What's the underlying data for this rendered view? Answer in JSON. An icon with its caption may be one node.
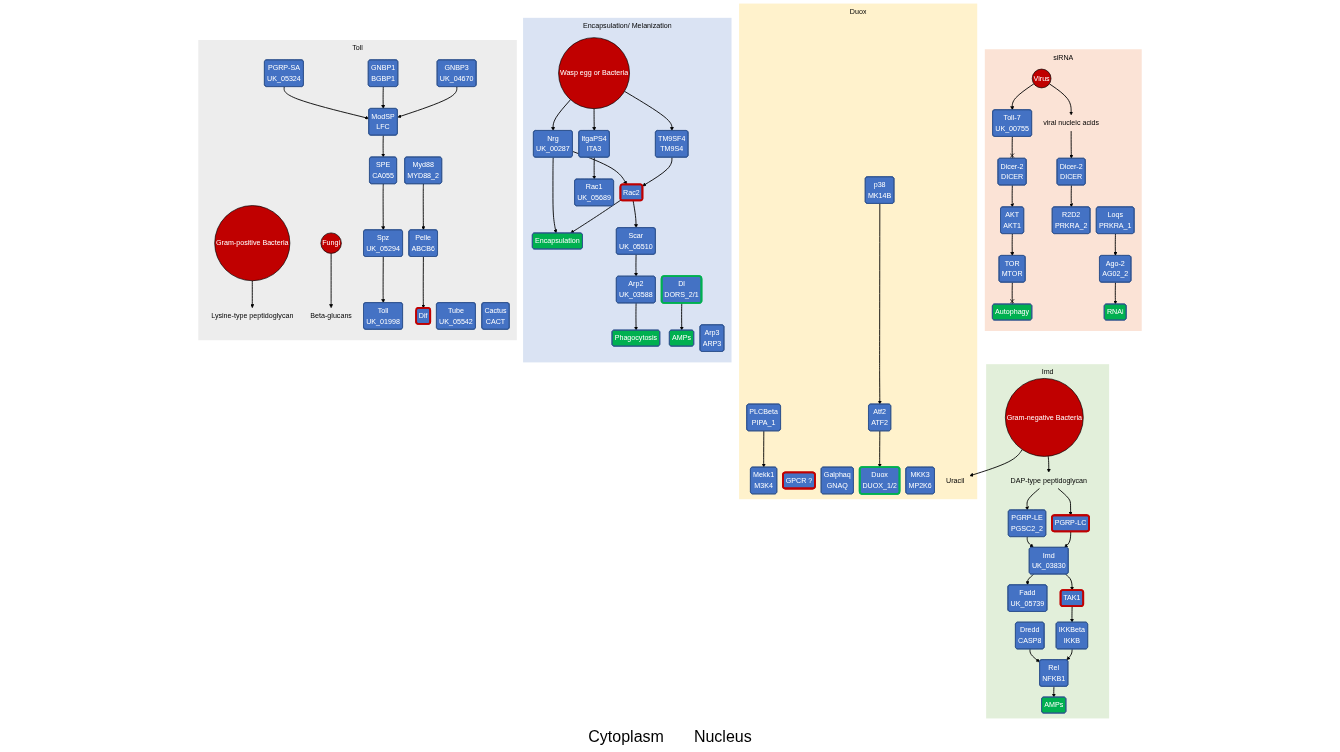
{
  "diagram": {
    "nodes": [
      {
        "text": [
          "siRNA"
        ]
      },
      {
        "text": [
          "Imd"
        ]
      },
      {
        "text": [
          "Duox"
        ]
      },
      {
        "text": [
          "Encapsulation/ Melanization"
        ]
      },
      {
        "text": [
          "Toll"
        ]
      },
      {
        "text": [
          "Virus"
        ],
        "in": 0
      },
      {
        "text": [
          "Toll-7",
          "UK_00755"
        ],
        "in": 0
      },
      {
        "text": [
          "viral nucleic acids"
        ],
        "in": 0
      },
      {
        "text": [
          "Dicer-2",
          "DICER"
        ],
        "in": 0
      },
      {
        "text": [
          "Dicer-2",
          "DICER"
        ],
        "in": 0
      },
      {
        "text": [
          "AKT",
          "AKT1"
        ],
        "in": 0
      },
      {
        "text": [
          "R2D2",
          "PRKRA_2"
        ],
        "in": 0
      },
      {
        "text": [
          "Loqs",
          "PRKRA_1"
        ],
        "in": 0
      },
      {
        "text": [
          "TOR",
          "MTOR"
        ],
        "in": 0
      },
      {
        "text": [
          "Ago-2",
          "AG02_2"
        ],
        "in": 0
      },
      {
        "text": [
          "Autophagy"
        ],
        "in": 0
      },
      {
        "text": [
          "RNAi"
        ],
        "in": 0
      },
      {
        "text": [
          "Gram-negative Bacteria"
        ],
        "in": 1
      },
      {
        "text": [
          "DAP-type peptidoglycan"
        ],
        "in": 1
      },
      {
        "text": [
          "PGRP-LC"
        ],
        "in": 1
      },
      {
        "text": [
          "PGRP-LE",
          "PGSC2_2"
        ],
        "in": 1
      },
      {
        "text": [
          "Imd",
          "UK_03830"
        ],
        "in": 1
      },
      {
        "text": [
          "TAK1"
        ],
        "in": 1
      },
      {
        "text": [
          "Fadd",
          "UK_05739"
        ],
        "in": 1
      },
      {
        "text": [
          "Dredd",
          "CASP8"
        ],
        "in": 1
      },
      {
        "text": [
          "IKKBeta",
          "IKKB"
        ],
        "in": 1
      },
      {
        "text": [
          "Rel",
          "NFKB1"
        ],
        "in": 1
      },
      {
        "text": [
          "AMPs"
        ],
        "in": 1
      },
      {
        "text": [
          "Uracil"
        ],
        "in": 2
      },
      {
        "text": [
          "GPCR ?"
        ],
        "in": 2
      },
      {
        "text": [
          "Galphaq",
          "GNAQ"
        ],
        "in": 2
      },
      {
        "text": [
          "PLCBeta",
          "PIPA_1"
        ],
        "in": 2
      },
      {
        "text": [
          "Mekk1",
          "M3K4"
        ],
        "in": 2
      },
      {
        "text": [
          "MKK3",
          "MP2K6"
        ],
        "in": 2
      },
      {
        "text": [
          "p38",
          "MK14B"
        ],
        "in": 2
      },
      {
        "text": [
          "Atf2",
          "ATF2"
        ],
        "in": 2
      },
      {
        "text": [
          "Duox",
          "DUOX_1/2"
        ],
        "in": 2
      },
      {
        "text": [
          "Wasp egg or Bacteria"
        ],
        "in": 3
      },
      {
        "text": [
          "Nrg",
          "UK_00287"
        ],
        "in": 3
      },
      {
        "text": [
          "TM9SF4",
          "TM9S4"
        ],
        "in": 3
      },
      {
        "text": [
          "ItgaPS4",
          "ITA3"
        ],
        "in": 3
      },
      {
        "text": [
          "Rac2"
        ],
        "in": 3
      },
      {
        "text": [
          "Rac1",
          "UK_05689"
        ],
        "in": 3
      },
      {
        "text": [
          "Encapsulation"
        ],
        "in": 3
      },
      {
        "text": [
          "Scar",
          "UK_05510"
        ],
        "in": 3
      },
      {
        "text": [
          "Arp2",
          "UK_03588"
        ],
        "in": 3
      },
      {
        "text": [
          "Arp3",
          "ARP3"
        ],
        "in": 3
      },
      {
        "text": [
          "Phagocytosis"
        ],
        "in": 3
      },
      {
        "text": [
          "AMPs"
        ],
        "in": 3
      },
      {
        "text": [
          "Dl",
          "DORS_2/1"
        ],
        "in": 3
      },
      {
        "text": [
          "Gram-positive Bacteria"
        ],
        "in": 4
      },
      {
        "text": [
          "Fungi"
        ],
        "in": 4
      },
      {
        "text": [
          "Lysine-type peptidoglycan"
        ],
        "in": 4
      },
      {
        "text": [
          "Beta-glucans"
        ],
        "in": 4
      },
      {
        "text": [
          "PGRP-SA",
          "UK_05324"
        ],
        "in": 4
      },
      {
        "text": [
          "GNBP1",
          "BGBP1"
        ],
        "in": 4
      },
      {
        "text": [
          "GNBP3",
          "UK_04670"
        ],
        "in": 4
      },
      {
        "text": [
          "ModSP",
          "LFC"
        ],
        "in": 4
      },
      {
        "text": [
          "SPE",
          "CA055"
        ],
        "in": 4
      },
      {
        "text": [
          "Spz",
          "UK_05294"
        ],
        "in": 4
      },
      {
        "text": [
          "Toll",
          "UK_01998"
        ],
        "in": 4
      },
      {
        "text": [
          "Myd88",
          "MYD88_2"
        ],
        "in": 4
      },
      {
        "text": [
          "Tube",
          "UK_05542"
        ],
        "in": 4
      },
      {
        "text": [
          "Pelle",
          "ABCB6"
        ],
        "in": 4
      },
      {
        "text": [
          "Dif"
        ],
        "in": 4
      },
      {
        "text": [
          "Cactus",
          "CACT"
        ],
        "in": 4
      }
    ],
    "edges": [
      {
        "from": 5,
        "to": 6,
        "arrow": "to"
      },
      {
        "from": 5,
        "to": 7,
        "arrow": "to"
      },
      {
        "from": 6,
        "to": 8,
        "arrow": "other"
      },
      {
        "from": 7,
        "to": 9,
        "arrow": "to"
      },
      {
        "from": 8,
        "to": 10,
        "arrow": "to"
      },
      {
        "from": 9,
        "to": 11,
        "arrow": "to"
      },
      {
        "from": 10,
        "to": 13,
        "arrow": "to"
      },
      {
        "from": 12,
        "to": 14,
        "arrow": "to"
      },
      {
        "from": 13,
        "to": 15,
        "arrow": "other"
      },
      {
        "from": 14,
        "to": 16,
        "arrow": "to"
      },
      {
        "from": 17,
        "to": 18,
        "arrow": "to"
      },
      {
        "from": 17,
        "to": 28,
        "arrow": "to"
      },
      {
        "from": 18,
        "to": 19,
        "arrow": "to"
      },
      {
        "from": 18,
        "to": 20,
        "arrow": "to"
      },
      {
        "from": 19,
        "to": 21,
        "arrow": "to"
      },
      {
        "from": 20,
        "to": 21,
        "arrow": "to"
      },
      {
        "from": 21,
        "to": 22,
        "arrow": "to"
      },
      {
        "from": 21,
        "to": 23,
        "arrow": "to"
      },
      {
        "from": 22,
        "to": 25,
        "arrow": "to"
      },
      {
        "from": 25,
        "to": 26,
        "arrow": "to"
      },
      {
        "from": 24,
        "to": 26,
        "arrow": "to"
      },
      {
        "from": 26,
        "to": 27,
        "arrow": "to"
      },
      {
        "from": 31,
        "to": 32,
        "arrow": "to"
      },
      {
        "from": 34,
        "to": 35,
        "arrow": "to"
      },
      {
        "from": 35,
        "to": 36,
        "arrow": "to"
      },
      {
        "from": 37,
        "to": 38,
        "arrow": "to"
      },
      {
        "from": 37,
        "to": 39,
        "arrow": "to"
      },
      {
        "from": 37,
        "to": 40,
        "arrow": "to"
      },
      {
        "from": 38,
        "to": 41,
        "arrow": "to"
      },
      {
        "from": 39,
        "to": 41,
        "arrow": "to"
      },
      {
        "from": 40,
        "to": 42,
        "arrow": "to"
      },
      {
        "from": 38,
        "to": 43,
        "arrow": "to"
      },
      {
        "from": 41,
        "to": 43,
        "arrow": "to"
      },
      {
        "from": 41,
        "to": 44,
        "arrow": "to"
      },
      {
        "from": 44,
        "to": 45,
        "arrow": "to"
      },
      {
        "from": 45,
        "to": 47,
        "arrow": "to"
      },
      {
        "from": 49,
        "to": 48,
        "arrow": "to"
      },
      {
        "from": 50,
        "to": 52,
        "arrow": "to"
      },
      {
        "from": 51,
        "to": 53,
        "arrow": "to"
      },
      {
        "from": 54,
        "to": 57,
        "arrow": "to"
      },
      {
        "from": 55,
        "to": 57,
        "arrow": "to"
      },
      {
        "from": 56,
        "to": 57,
        "arrow": "to"
      },
      {
        "from": 57,
        "to": 58,
        "arrow": "to"
      },
      {
        "from": 58,
        "to": 59,
        "arrow": "to"
      },
      {
        "from": 59,
        "to": 60,
        "arrow": "to"
      },
      {
        "from": 61,
        "to": 63,
        "arrow": "to"
      },
      {
        "from": 63,
        "to": 64,
        "arrow": "to"
      }
    ],
    "labels": [
      "Cytoplasm",
      "Nucleus"
    ]
  }
}
